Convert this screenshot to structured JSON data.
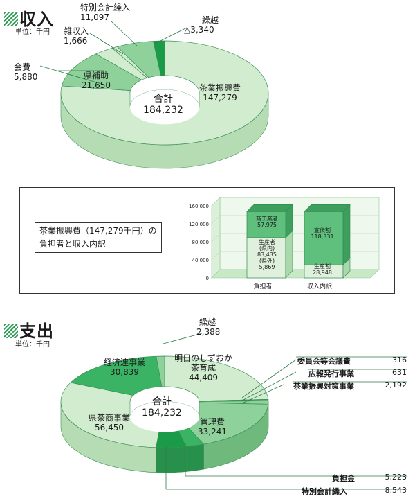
{
  "income": {
    "title": "収入",
    "unit": "単位：千円",
    "total_label": "合計",
    "total_value": "184,232",
    "labels": {
      "tea": [
        "茶業振興費",
        "147,279"
      ],
      "ken": [
        "県補助",
        "21,650"
      ],
      "kaihi": [
        "会費",
        "5,880"
      ],
      "zatsu": [
        "雑収入",
        "1,666"
      ],
      "tokubetsu": [
        "特別会計繰入",
        "11,097"
      ],
      "kurikoshi": [
        "繰越",
        "△3,340"
      ]
    }
  },
  "burden": {
    "caption_line1": "茶業振興費（147,279千円）の",
    "caption_line2": "負担者と収入内訳",
    "ticks": [
      "160,000",
      "120,000",
      "80,000",
      "40,000",
      "0"
    ],
    "x_categories": [
      "負担者",
      "収入内訳"
    ],
    "shoko": [
      "商工業者",
      "57,975"
    ],
    "seisansha": [
      "生産者",
      "(県内)",
      "83,435",
      "(県外)",
      "5,869"
    ],
    "senden": [
      "宣伝割",
      "118,331"
    ],
    "seisanwari": [
      "生産割",
      "28,948"
    ]
  },
  "expense": {
    "title": "支出",
    "unit": "単位：千円",
    "total_label": "合計",
    "total_value": "184,232",
    "labels": {
      "kurikoshi": [
        "繰越",
        "2,388"
      ],
      "shizuoka": [
        "明日のしずおか",
        "茶育成",
        "44,409"
      ],
      "kanri": [
        "管理費",
        "33,241"
      ],
      "kenchasho": [
        "県茶商事業",
        "56,450"
      ],
      "keizairen": [
        "経済連事業",
        "30,839"
      ]
    },
    "rows": [
      {
        "label": "委員会等会議費",
        "value": "316"
      },
      {
        "label": "広報発行事業",
        "value": "631"
      },
      {
        "label": "茶業振興対策事業",
        "value": "2,192"
      },
      {
        "label": "負担金",
        "value": "5,223"
      },
      {
        "label": "特別会計繰入",
        "value": "8,543"
      }
    ]
  },
  "chart_data": [
    {
      "type": "pie",
      "title": "収入",
      "unit": "単位：千円",
      "categories": [
        "茶業振興費",
        "県補助",
        "会費",
        "雑収入",
        "特別会計繰入",
        "繰越"
      ],
      "values": [
        147279,
        21650,
        5880,
        1666,
        11097,
        -3340
      ],
      "total": 184232
    },
    {
      "type": "bar",
      "title": "茶業振興費（147,279千円）の負担者と収入内訳",
      "categories": [
        "負担者",
        "収入内訳"
      ],
      "series": [
        {
          "name": "生産者",
          "values": [
            89304,
            null
          ]
        },
        {
          "name": "商工業者",
          "values": [
            57975,
            null
          ]
        },
        {
          "name": "生産割",
          "values": [
            null,
            28948
          ]
        },
        {
          "name": "宣伝割",
          "values": [
            null,
            118331
          ]
        }
      ],
      "ylim": [
        0,
        160000
      ],
      "grid": true
    },
    {
      "type": "pie",
      "title": "支出",
      "unit": "単位：千円",
      "categories": [
        "明日のしずおか茶育成",
        "委員会等会議費",
        "広報発行事業",
        "茶業振興対策事業",
        "管理費",
        "負担金",
        "特別会計繰入",
        "県茶商事業",
        "経済連事業",
        "繰越"
      ],
      "values": [
        44409,
        316,
        631,
        2192,
        33241,
        5223,
        8543,
        56450,
        30839,
        2388
      ],
      "total": 184232
    }
  ],
  "colors": {
    "light": "#d2ecd0",
    "light_side": "#b6dcb3",
    "mid": "#8fd19b",
    "mid_side": "#6fb97c",
    "dark": "#3bb364",
    "dark_side": "#27914c",
    "darkest": "#1a9b47",
    "line": "#3c8f57"
  }
}
